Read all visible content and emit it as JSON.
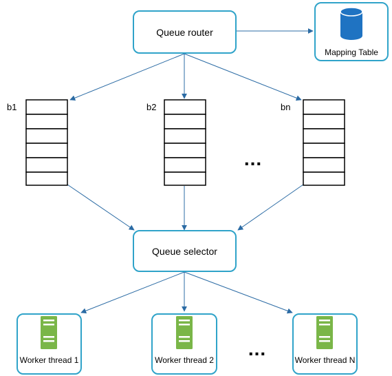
{
  "nodes": {
    "queue_router": {
      "label": "Queue router"
    },
    "mapping_table": {
      "label": "Mapping Table"
    },
    "queue_selector": {
      "label": "Queue selector"
    }
  },
  "queues": [
    {
      "label": "b1"
    },
    {
      "label": "b2"
    },
    {
      "label": "bn"
    }
  ],
  "queue_ellipsis": "...",
  "workers": [
    {
      "label": "Worker thread 1"
    },
    {
      "label": "Worker thread 2"
    },
    {
      "label": "Worker thread N"
    }
  ],
  "worker_ellipsis": "...",
  "colors": {
    "box_border": "#2fa3c9",
    "arrow": "#2b6ba4",
    "database": "#1f73c2",
    "server": "#7ab648"
  },
  "icons": {
    "mapping_table": "database-icon",
    "worker": "server-icon"
  }
}
